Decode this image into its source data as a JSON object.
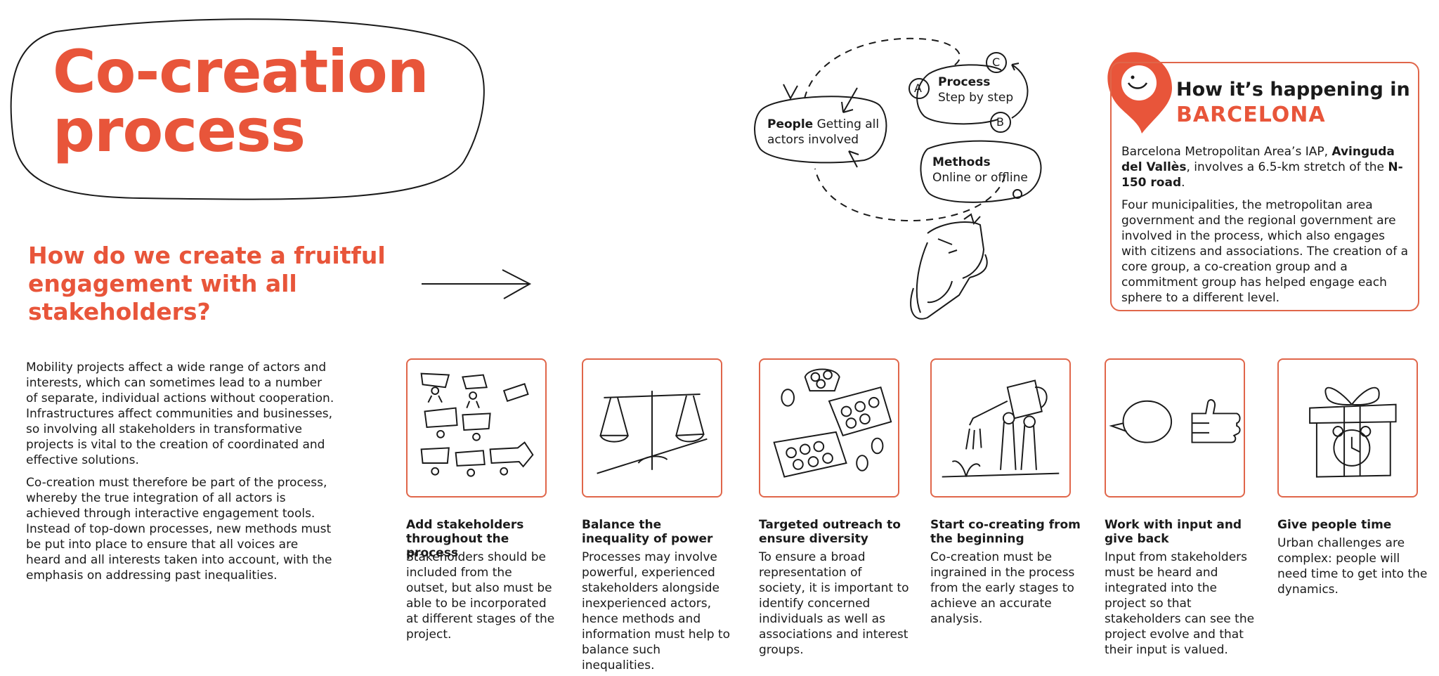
{
  "header": {
    "title_line1": "Co-creation",
    "title_line2": "process",
    "question": "How do we create a fruitful engagement with all stakeholders?"
  },
  "intro": {
    "p1": "Mobility projects affect a wide range of actors and interests, which can sometimes lead to a number of separate, individual actions without cooperation. Infrastructures affect communities and businesses, so involving all stakeholders in transformative projects is vital to the creation of coordinated and effective solutions.",
    "p2": "Co-creation must therefore be part of the process, whereby the true integration of all actors is achieved through interactive engagement tools. Instead of top-down processes, new methods must be put into place to ensure that all voices are heard and all interests taken into account, with the emphasis on addressing past inequalities."
  },
  "cycle": {
    "people_bold": "People",
    "people_text": " Getting all actors involved",
    "process_bold": "Process",
    "process_text": "Step by step",
    "methods_bold": "Methods",
    "methods_text": "Online or offline",
    "step_a": "A",
    "step_b": "B",
    "step_c": "C"
  },
  "barcelona": {
    "heading": "How it’s happening in",
    "city": "BARCELONA",
    "p1_a": "Barcelona Metropolitan Area’s IAP, ",
    "p1_b": "Avinguda del Vallès",
    "p1_c": ", involves a 6.5-km stretch of the ",
    "p1_d": "N-150 road",
    "p1_e": ".",
    "p2": "Four municipalities, the metropolitan area government and the regional government are involved in the process, which also engages with citizens and associations. The creation of a core group, a co-creation group and a commitment group has helped engage each sphere to a different level."
  },
  "cards": [
    {
      "title": "Add stakeholders throughout the process",
      "text": "Stakeholders should be included from the outset, but also must be able to be incorporated at different stages of the project.",
      "icon": "people-with-signs-icon"
    },
    {
      "title": "Balance the inequality of power",
      "text": "Processes may involve powerful, experienced stakeholders alongside inexperienced actors, hence methods and information must help to balance such inequalities.",
      "icon": "scales-icon"
    },
    {
      "title": "Targeted outreach to ensure diversity",
      "text": "To ensure a broad representation of society, it is important to identify concerned individuals as well as associations and interest groups.",
      "icon": "egg-cartons-icon"
    },
    {
      "title": "Start co-creating from the beginning",
      "text": "Co-creation must be ingrained in the process from the early stages to achieve an accurate analysis.",
      "icon": "watering-can-icon"
    },
    {
      "title": "Work with input and give back",
      "text": "Input from stakeholders must be heard and integrated into the project so that stakeholders can see the project evolve and that their input is valued.",
      "icon": "speech-bubble-thumbs-up-icon"
    },
    {
      "title": "Give people time",
      "text": "Urban challenges are complex: people will need time to get into the dynamics.",
      "icon": "gift-clock-icon"
    }
  ],
  "colors": {
    "accent": "#e8553a",
    "text": "#1a1a1a",
    "background": "#ffffff"
  }
}
